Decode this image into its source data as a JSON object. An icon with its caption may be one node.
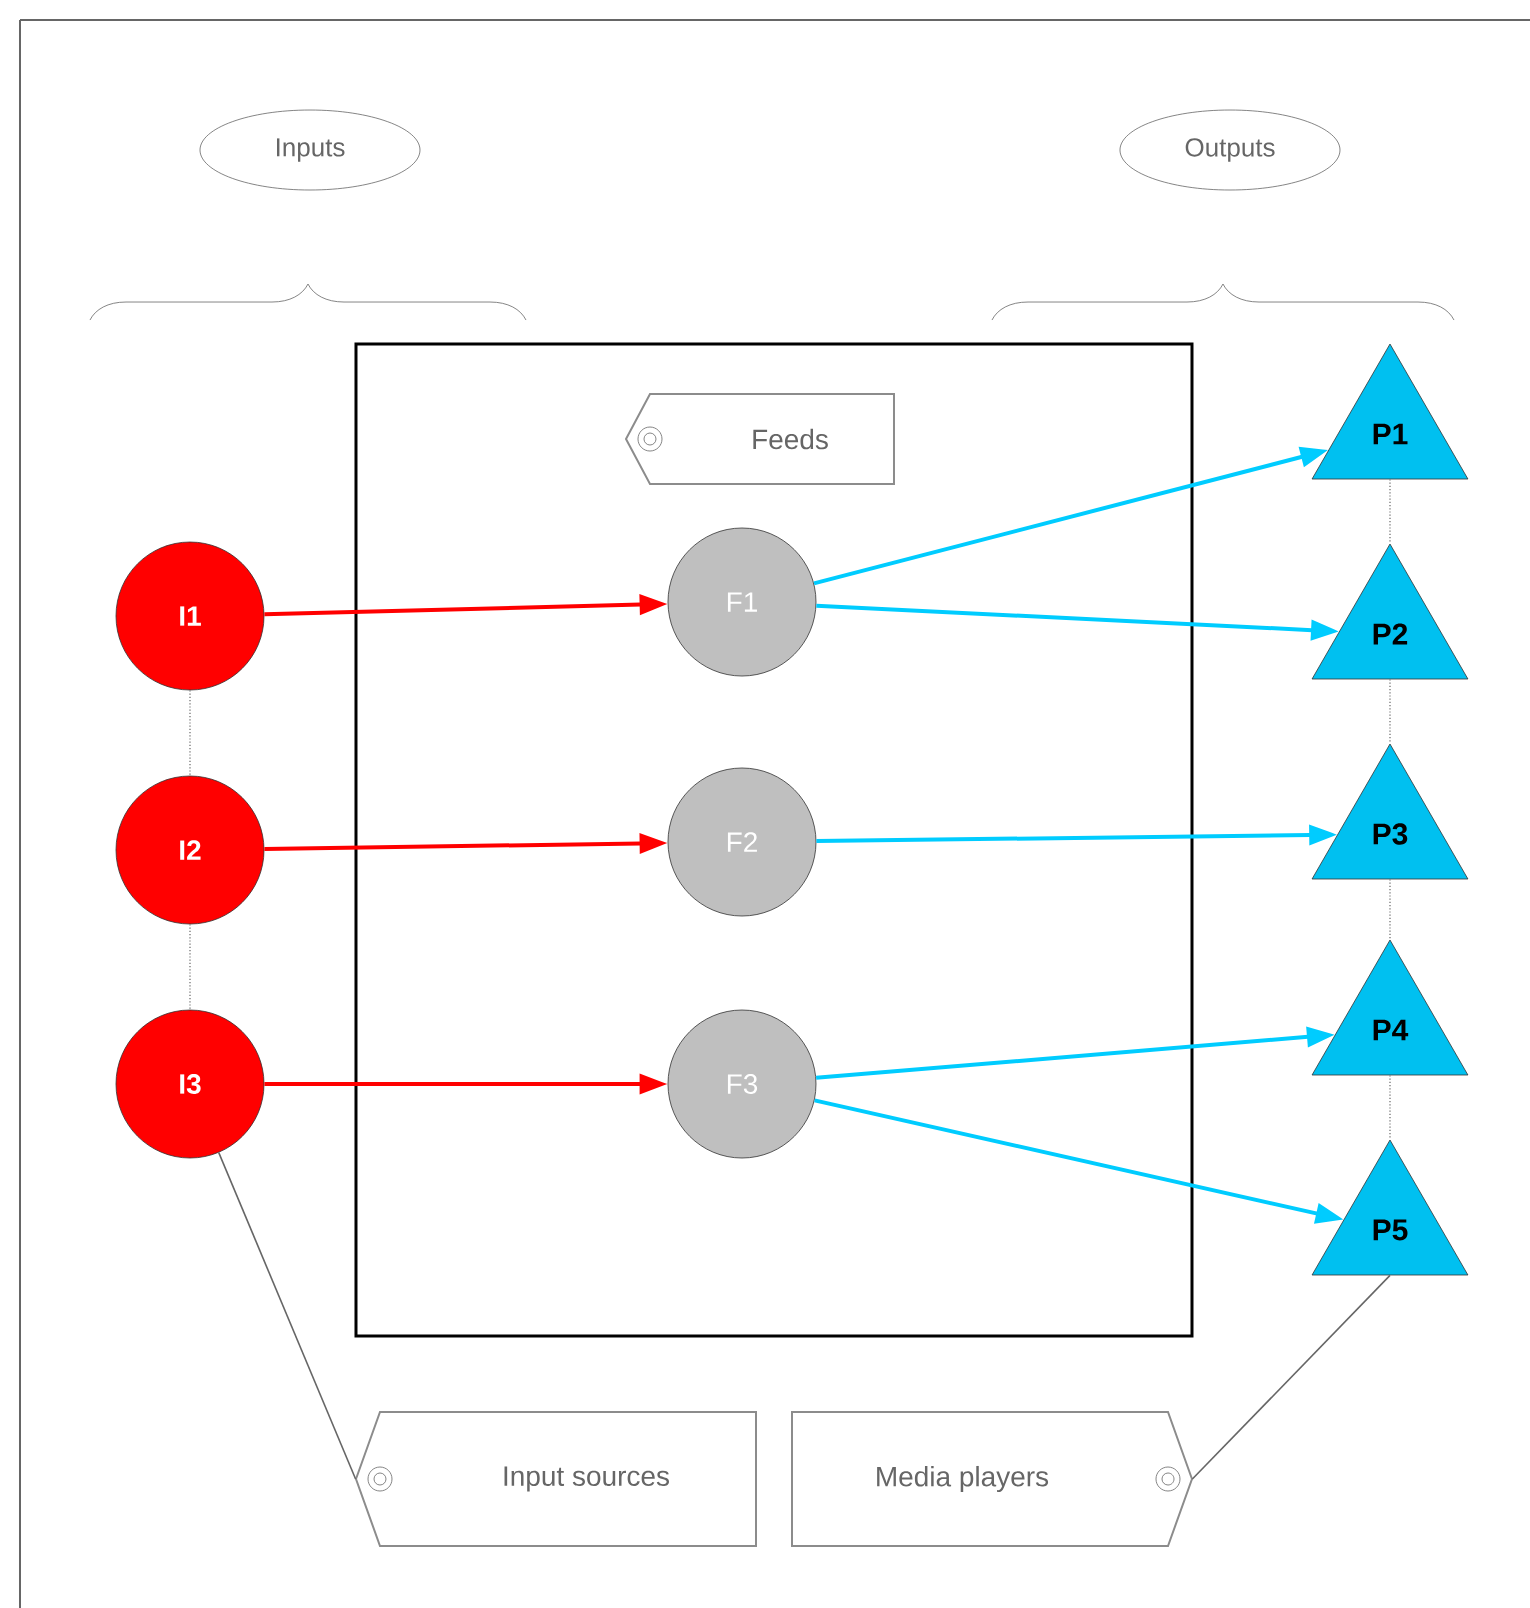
{
  "diagram": {
    "nodes": [
      {
        "text": [
          "Inputs"
        ]
      },
      {
        "text": [
          "Outputs"
        ]
      },
      {
        "text": [],
        "shape": "box"
      },
      {
        "text": [
          "Feeds"
        ],
        "in": 2
      },
      {
        "text": [
          "I1"
        ]
      },
      {
        "text": [
          "I2"
        ]
      },
      {
        "text": [
          "I3"
        ]
      },
      {
        "text": [
          "F1"
        ],
        "in": 2
      },
      {
        "text": [
          "F2"
        ],
        "in": 2
      },
      {
        "text": [
          "F3"
        ],
        "in": 2
      },
      {
        "text": [
          "P1"
        ]
      },
      {
        "text": [
          "P2"
        ]
      },
      {
        "text": [
          "P3"
        ]
      },
      {
        "text": [
          "P4"
        ]
      },
      {
        "text": [
          "P5"
        ]
      },
      {
        "text": [
          "Input sources"
        ]
      },
      {
        "text": [
          "Media players"
        ]
      }
    ],
    "edges": [
      {
        "from": 4,
        "to": 7,
        "arrow": "to",
        "color": "#ff0000"
      },
      {
        "from": 5,
        "to": 8,
        "arrow": "to",
        "color": "#ff0000"
      },
      {
        "from": 6,
        "to": 9,
        "arrow": "to",
        "color": "#ff0000"
      },
      {
        "from": 7,
        "to": 10,
        "arrow": "to",
        "color": "#00ccff"
      },
      {
        "from": 7,
        "to": 11,
        "arrow": "to",
        "color": "#00ccff"
      },
      {
        "from": 8,
        "to": 12,
        "arrow": "to",
        "color": "#00ccff"
      },
      {
        "from": 9,
        "to": 13,
        "arrow": "to",
        "color": "#00ccff"
      },
      {
        "from": 9,
        "to": 14,
        "arrow": "to",
        "color": "#00ccff"
      },
      {
        "from": 4,
        "to": 5,
        "arrow": "none",
        "style": "dashed"
      },
      {
        "from": 5,
        "to": 6,
        "arrow": "none",
        "style": "dashed"
      },
      {
        "from": 10,
        "to": 11,
        "arrow": "none",
        "style": "dashed"
      },
      {
        "from": 11,
        "to": 12,
        "arrow": "none",
        "style": "dashed"
      },
      {
        "from": 12,
        "to": 13,
        "arrow": "none",
        "style": "dashed"
      },
      {
        "from": 13,
        "to": 14,
        "arrow": "none",
        "style": "dashed"
      },
      {
        "from": 6,
        "to": 15,
        "arrow": "none"
      },
      {
        "from": 14,
        "to": 16,
        "arrow": "none"
      }
    ]
  }
}
